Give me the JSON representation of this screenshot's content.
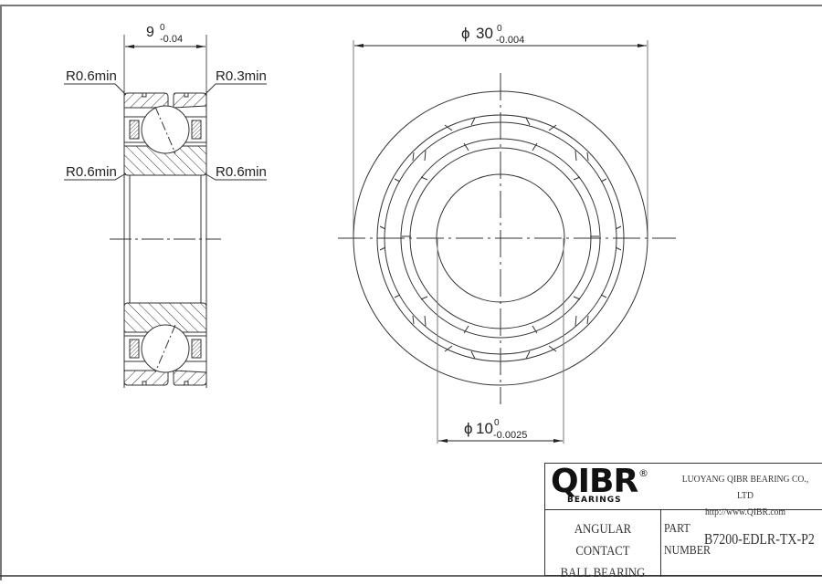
{
  "drawing": {
    "type": "engineering-drawing",
    "subject": "angular contact ball bearing",
    "side_view": {
      "width_dim": {
        "nominal": "9",
        "upper_tol": "0",
        "lower_tol": "-0.04"
      },
      "radius_labels": {
        "top_left": "R0.6min",
        "top_right": "R0.3min",
        "mid_left": "R0.6min",
        "mid_right": "R0.6min"
      }
    },
    "front_view": {
      "outer_dia_dim": {
        "symbol": "ϕ",
        "nominal": "30",
        "upper_tol": "0",
        "lower_tol": "-0.004"
      },
      "bore_dim": {
        "symbol": "ϕ",
        "nominal": "10",
        "upper_tol": "0",
        "lower_tol": "-0.0025"
      }
    }
  },
  "title_block": {
    "logo": {
      "main": "QIBR",
      "registered": "®",
      "sub": "BEARINGS"
    },
    "company_name": "LUOYANG QIBR BEARING CO., LTD",
    "website": "http://www.QIBR.com",
    "product_type_line1": "ANGULAR CONTACT",
    "product_type_line2": "BALL BEARING",
    "part_label_line1": "PART",
    "part_label_line2": "NUMBER",
    "part_number": "B7200-EDLR-TX-P2"
  }
}
